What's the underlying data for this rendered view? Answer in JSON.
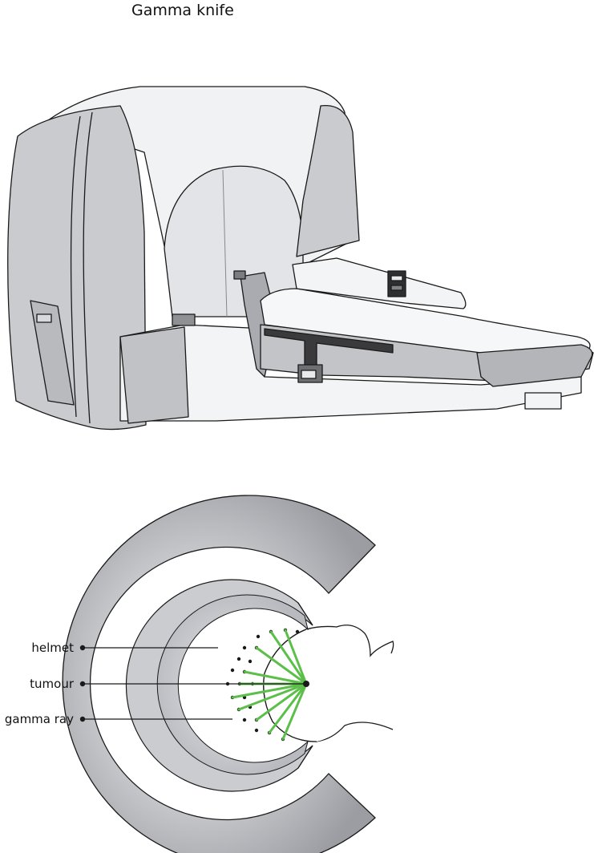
{
  "title": "Gamma knife",
  "labels": {
    "helmet": "helmet",
    "tumour": "tumour",
    "gamma_ray": "gamma ray"
  },
  "colors": {
    "machine_grey": "#c9cbcf",
    "machine_dark": "#a9abb0",
    "outline": "#1a1a1a",
    "gamma_ray": "#5cbf4a"
  }
}
